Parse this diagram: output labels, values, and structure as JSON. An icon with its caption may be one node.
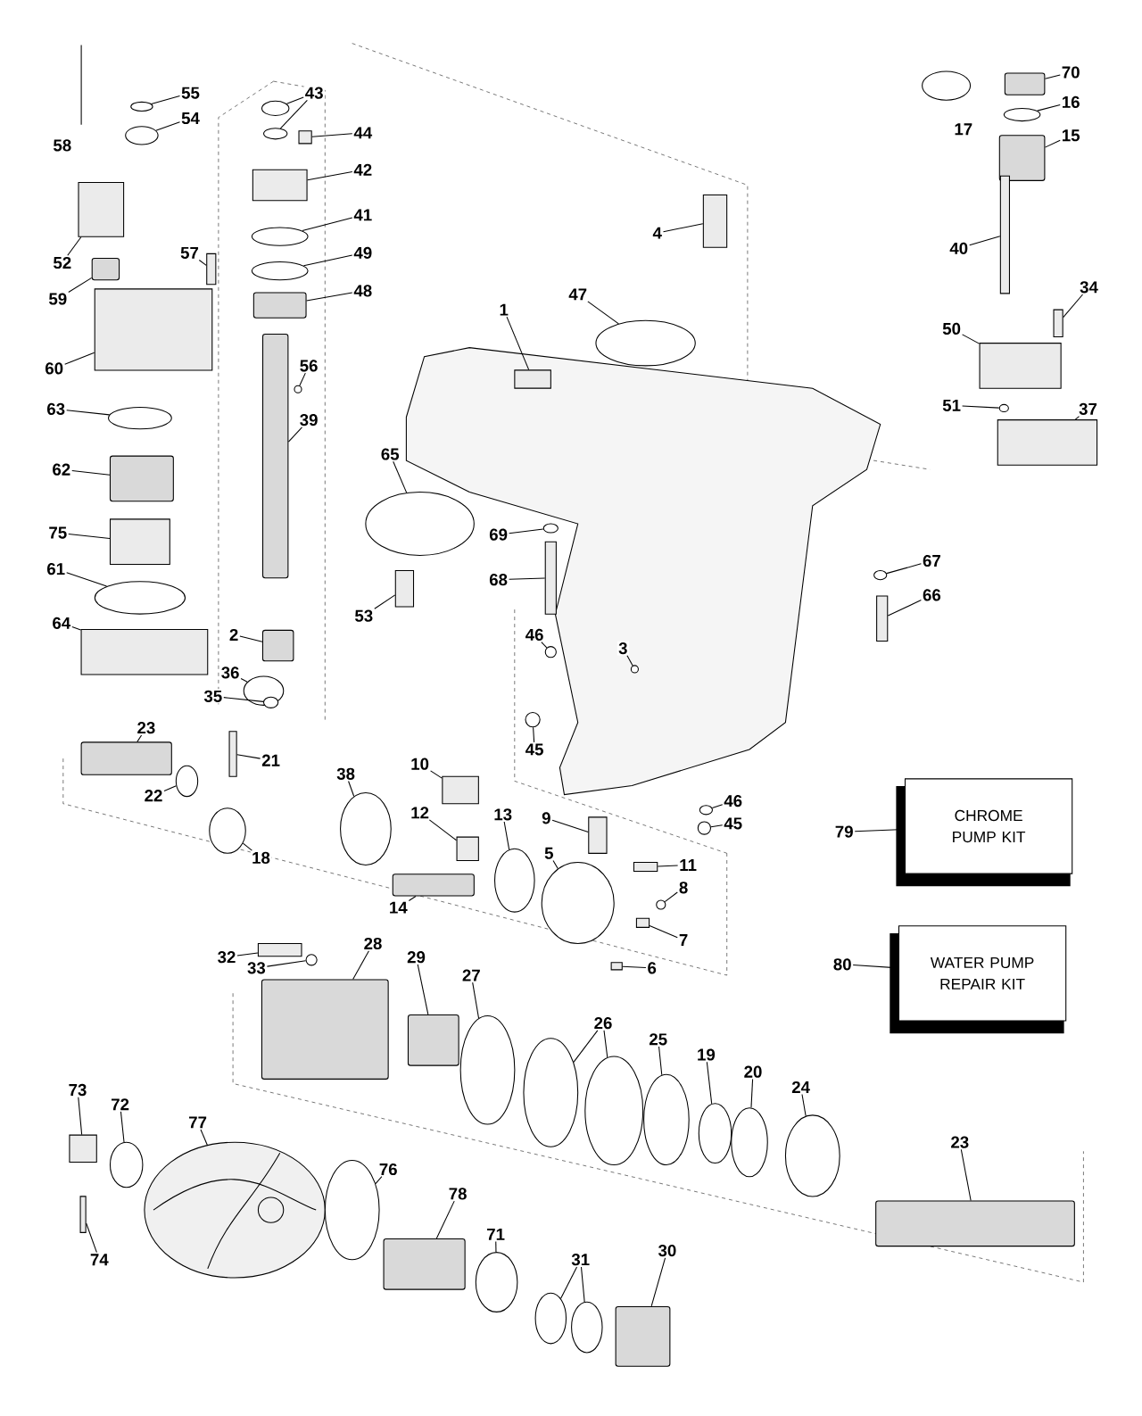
{
  "diagram": {
    "nodes": [
      {
        "text": [
          "55"
        ]
      },
      {
        "text": [],
        "shape": "circle"
      },
      {
        "text": [
          "54"
        ]
      },
      {
        "text": [],
        "shape": "circle"
      },
      {
        "text": [
          "43"
        ]
      },
      {
        "text": [],
        "shape": "circle"
      },
      {
        "text": [],
        "shape": "circle"
      },
      {
        "text": [
          "44"
        ]
      },
      {
        "text": [],
        "shape": "box"
      },
      {
        "text": [
          "42"
        ]
      },
      {
        "text": [],
        "shape": "box"
      },
      {
        "text": [
          "41"
        ]
      },
      {
        "text": [],
        "shape": "circle"
      },
      {
        "text": [
          "49"
        ]
      },
      {
        "text": [],
        "shape": "circle"
      },
      {
        "text": [
          "48"
        ]
      },
      {
        "text": [],
        "shape": "cylinder"
      },
      {
        "text": [
          "52"
        ]
      },
      {
        "text": [],
        "shape": "box"
      },
      {
        "text": [
          "57"
        ]
      },
      {
        "text": [],
        "shape": "box"
      },
      {
        "text": [
          "59"
        ]
      },
      {
        "text": [],
        "shape": "cylinder"
      },
      {
        "text": [
          "60"
        ]
      },
      {
        "text": [],
        "shape": "box"
      },
      {
        "text": [
          "56"
        ]
      },
      {
        "text": [],
        "shape": "circle"
      },
      {
        "text": [
          "63"
        ]
      },
      {
        "text": [],
        "shape": "circle"
      },
      {
        "text": [
          "39"
        ]
      },
      {
        "text": [],
        "shape": "cylinder"
      },
      {
        "text": [
          "62"
        ]
      },
      {
        "text": [],
        "shape": "cylinder"
      },
      {
        "text": [
          "65"
        ]
      },
      {
        "text": [],
        "shape": "circle"
      },
      {
        "text": [
          "75"
        ]
      },
      {
        "text": [],
        "shape": "box"
      },
      {
        "text": [
          "69"
        ]
      },
      {
        "text": [],
        "shape": "circle"
      },
      {
        "text": [
          "61"
        ]
      },
      {
        "text": [],
        "shape": "circle"
      },
      {
        "text": [
          "68"
        ]
      },
      {
        "text": [],
        "shape": "box"
      },
      {
        "text": [
          "67"
        ]
      },
      {
        "text": [],
        "shape": "circle"
      },
      {
        "text": [
          "66"
        ]
      },
      {
        "text": [],
        "shape": "box"
      },
      {
        "text": [
          "53"
        ]
      },
      {
        "text": [],
        "shape": "box"
      },
      {
        "text": [
          "64"
        ]
      },
      {
        "text": [],
        "shape": "box"
      },
      {
        "text": [
          "2"
        ]
      },
      {
        "text": [],
        "shape": "cylinder"
      },
      {
        "text": [
          "1"
        ]
      },
      {
        "text": [],
        "shape": "box"
      },
      {
        "text": [
          "47"
        ]
      },
      {
        "text": [],
        "shape": "circle"
      },
      {
        "text": [
          "4"
        ]
      },
      {
        "text": [],
        "shape": "box"
      },
      {
        "text": [
          "3"
        ]
      },
      {
        "text": [],
        "shape": "circle"
      },
      {
        "text": [
          "46"
        ]
      },
      {
        "text": [],
        "shape": "circle"
      },
      {
        "text": [
          "36"
        ]
      },
      {
        "text": [],
        "shape": "circle"
      },
      {
        "text": [
          "35"
        ]
      },
      {
        "text": [],
        "shape": "circle"
      },
      {
        "text": [
          "45"
        ]
      },
      {
        "text": [],
        "shape": "circle"
      },
      {
        "text": [
          "23"
        ]
      },
      {
        "text": [],
        "shape": "cylinder"
      },
      {
        "text": [
          "21"
        ]
      },
      {
        "text": [],
        "shape": "box"
      },
      {
        "text": [
          "10"
        ]
      },
      {
        "text": [],
        "shape": "box"
      },
      {
        "text": [
          "38"
        ]
      },
      {
        "text": [],
        "shape": "circle"
      },
      {
        "text": [
          "22"
        ]
      },
      {
        "text": [],
        "shape": "circle"
      },
      {
        "text": [
          "18"
        ]
      },
      {
        "text": [],
        "shape": "circle"
      },
      {
        "text": [
          "12"
        ]
      },
      {
        "text": [],
        "shape": "box"
      },
      {
        "text": [
          "13"
        ]
      },
      {
        "text": [],
        "shape": "circle"
      },
      {
        "text": [
          "9"
        ]
      },
      {
        "text": [],
        "shape": "box"
      },
      {
        "text": [
          "14"
        ]
      },
      {
        "text": [],
        "shape": "cylinder"
      },
      {
        "text": [
          "5"
        ]
      },
      {
        "text": [],
        "shape": "circle"
      },
      {
        "text": [
          "11"
        ]
      },
      {
        "text": [],
        "shape": "box"
      },
      {
        "text": [
          "8"
        ]
      },
      {
        "text": [],
        "shape": "circle"
      },
      {
        "text": [
          "7"
        ]
      },
      {
        "text": [],
        "shape": "box"
      },
      {
        "text": [
          "6"
        ]
      },
      {
        "text": [],
        "shape": "box"
      },
      {
        "text": [
          "46"
        ]
      },
      {
        "text": [],
        "shape": "circle"
      },
      {
        "text": [
          "45"
        ]
      },
      {
        "text": [],
        "shape": "circle"
      },
      {
        "text": [
          "79"
        ]
      },
      {
        "text": [
          "CHROME PUMP KIT"
        ]
      },
      {
        "text": [
          "80"
        ]
      },
      {
        "text": [
          "WATER PUMP REPAIR KIT"
        ]
      },
      {
        "text": [
          "32"
        ]
      },
      {
        "text": [],
        "shape": "box"
      },
      {
        "text": [
          "33"
        ]
      },
      {
        "text": [],
        "shape": "circle"
      },
      {
        "text": [
          "28"
        ]
      },
      {
        "text": [],
        "shape": "cylinder"
      },
      {
        "text": [
          "29"
        ]
      },
      {
        "text": [],
        "shape": "cylinder"
      },
      {
        "text": [
          "27"
        ]
      },
      {
        "text": [],
        "shape": "circle"
      },
      {
        "text": [
          "26"
        ]
      },
      {
        "text": [],
        "shape": "circle"
      },
      {
        "text": [],
        "shape": "circle"
      },
      {
        "text": [
          "25"
        ]
      },
      {
        "text": [],
        "shape": "circle"
      },
      {
        "text": [
          "19"
        ]
      },
      {
        "text": [],
        "shape": "circle"
      },
      {
        "text": [
          "20"
        ]
      },
      {
        "text": [],
        "shape": "circle"
      },
      {
        "text": [
          "24"
        ]
      },
      {
        "text": [],
        "shape": "circle"
      },
      {
        "text": [
          "23"
        ]
      },
      {
        "text": [],
        "shape": "cylinder"
      },
      {
        "text": [
          "73"
        ]
      },
      {
        "text": [],
        "shape": "box"
      },
      {
        "text": [
          "72"
        ]
      },
      {
        "text": [],
        "shape": "circle"
      },
      {
        "text": [
          "77"
        ]
      },
      {
        "text": [],
        "shape": "picture"
      },
      {
        "text": [
          "76"
        ]
      },
      {
        "text": [],
        "shape": "circle"
      },
      {
        "text": [
          "78"
        ]
      },
      {
        "text": [],
        "shape": "cylinder"
      },
      {
        "text": [
          "71"
        ]
      },
      {
        "text": [],
        "shape": "circle"
      },
      {
        "text": [
          "31"
        ]
      },
      {
        "text": [],
        "shape": "circle"
      },
      {
        "text": [],
        "shape": "circle"
      },
      {
        "text": [
          "30"
        ]
      },
      {
        "text": [],
        "shape": "cylinder"
      },
      {
        "text": [
          "74"
        ]
      },
      {
        "text": [],
        "shape": "box"
      },
      {
        "text": [
          "70"
        ]
      },
      {
        "text": [],
        "shape": "cylinder"
      },
      {
        "text": [
          "16"
        ]
      },
      {
        "text": [],
        "shape": "circle"
      },
      {
        "text": [
          "15"
        ]
      },
      {
        "text": [],
        "shape": "cylinder"
      },
      {
        "text": [
          "40"
        ]
      },
      {
        "text": [],
        "shape": "box"
      },
      {
        "text": [
          "34"
        ]
      },
      {
        "text": [],
        "shape": "box"
      },
      {
        "text": [
          "50"
        ]
      },
      {
        "text": [],
        "shape": "box"
      },
      {
        "text": [
          "51"
        ]
      },
      {
        "text": [],
        "shape": "circle"
      },
      {
        "text": [
          "37"
        ]
      },
      {
        "text": [],
        "shape": "box"
      }
    ],
    "edges": [
      {
        "from": 0,
        "to": 1,
        "arrow": "none"
      },
      {
        "from": 2,
        "to": 3,
        "arrow": "none"
      },
      {
        "from": 4,
        "to": 5,
        "arrow": "none"
      },
      {
        "from": 4,
        "to": 6,
        "arrow": "none"
      },
      {
        "from": 7,
        "to": 8,
        "arrow": "none"
      },
      {
        "from": 9,
        "to": 10,
        "arrow": "none"
      },
      {
        "from": 11,
        "to": 12,
        "arrow": "none"
      },
      {
        "from": 13,
        "to": 14,
        "arrow": "none"
      },
      {
        "from": 15,
        "to": 16,
        "arrow": "none"
      },
      {
        "from": 17,
        "to": 18,
        "arrow": "none"
      },
      {
        "from": 19,
        "to": 20,
        "arrow": "none"
      },
      {
        "from": 21,
        "to": 22,
        "arrow": "none"
      },
      {
        "from": 23,
        "to": 24,
        "arrow": "none"
      },
      {
        "from": 25,
        "to": 26,
        "arrow": "none"
      },
      {
        "from": 27,
        "to": 28,
        "arrow": "none"
      },
      {
        "from": 29,
        "to": 30,
        "arrow": "none"
      },
      {
        "from": 31,
        "to": 32,
        "arrow": "none"
      },
      {
        "from": 33,
        "to": 34,
        "arrow": "none"
      },
      {
        "from": 35,
        "to": 36,
        "arrow": "none"
      },
      {
        "from": 37,
        "to": 38,
        "arrow": "none"
      },
      {
        "from": 39,
        "to": 40,
        "arrow": "none"
      },
      {
        "from": 41,
        "to": 42,
        "arrow": "none"
      },
      {
        "from": 43,
        "to": 44,
        "arrow": "none"
      },
      {
        "from": 45,
        "to": 46,
        "arrow": "none"
      },
      {
        "from": 47,
        "to": 48,
        "arrow": "none"
      },
      {
        "from": 49,
        "to": 50,
        "arrow": "none"
      },
      {
        "from": 51,
        "to": 52,
        "arrow": "none"
      },
      {
        "from": 53,
        "to": 54,
        "arrow": "none"
      },
      {
        "from": 55,
        "to": 56,
        "arrow": "none"
      },
      {
        "from": 57,
        "to": 58,
        "arrow": "none"
      },
      {
        "from": 59,
        "to": 60,
        "arrow": "none"
      },
      {
        "from": 61,
        "to": 62,
        "arrow": "none"
      },
      {
        "from": 63,
        "to": 64,
        "arrow": "none"
      },
      {
        "from": 65,
        "to": 66,
        "arrow": "none"
      },
      {
        "from": 67,
        "to": 68,
        "arrow": "none"
      },
      {
        "from": 69,
        "to": 70,
        "arrow": "none"
      },
      {
        "from": 71,
        "to": 72,
        "arrow": "none"
      },
      {
        "from": 73,
        "to": 74,
        "arrow": "none"
      },
      {
        "from": 75,
        "to": 76,
        "arrow": "none"
      },
      {
        "from": 77,
        "to": 78,
        "arrow": "none"
      },
      {
        "from": 79,
        "to": 80,
        "arrow": "none"
      },
      {
        "from": 81,
        "to": 82,
        "arrow": "none"
      },
      {
        "from": 83,
        "to": 84,
        "arrow": "none"
      },
      {
        "from": 85,
        "to": 86,
        "arrow": "none"
      },
      {
        "from": 87,
        "to": 88,
        "arrow": "none"
      },
      {
        "from": 89,
        "to": 90,
        "arrow": "none"
      },
      {
        "from": 91,
        "to": 92,
        "arrow": "none"
      },
      {
        "from": 93,
        "to": 94,
        "arrow": "none"
      },
      {
        "from": 95,
        "to": 96,
        "arrow": "none"
      },
      {
        "from": 97,
        "to": 98,
        "arrow": "none"
      },
      {
        "from": 99,
        "to": 100,
        "arrow": "none"
      },
      {
        "from": 101,
        "to": 102,
        "arrow": "none"
      },
      {
        "from": 103,
        "to": 104,
        "arrow": "none"
      },
      {
        "from": 105,
        "to": 106,
        "arrow": "none"
      },
      {
        "from": 107,
        "to": 108,
        "arrow": "none"
      },
      {
        "from": 109,
        "to": 110,
        "arrow": "none"
      },
      {
        "from": 111,
        "to": 112,
        "arrow": "none"
      },
      {
        "from": 113,
        "to": 114,
        "arrow": "none"
      },
      {
        "from": 115,
        "to": 116,
        "arrow": "none"
      },
      {
        "from": 117,
        "to": 118,
        "arrow": "none"
      },
      {
        "from": 117,
        "to": 119,
        "arrow": "none"
      },
      {
        "from": 120,
        "to": 121,
        "arrow": "none"
      },
      {
        "from": 122,
        "to": 123,
        "arrow": "none"
      },
      {
        "from": 124,
        "to": 125,
        "arrow": "none"
      },
      {
        "from": 126,
        "to": 127,
        "arrow": "none"
      },
      {
        "from": 128,
        "to": 129,
        "arrow": "none"
      },
      {
        "from": 130,
        "to": 131,
        "arrow": "none"
      },
      {
        "from": 132,
        "to": 133,
        "arrow": "none"
      },
      {
        "from": 134,
        "to": 135,
        "arrow": "none"
      },
      {
        "from": 136,
        "to": 137,
        "arrow": "none"
      },
      {
        "from": 138,
        "to": 139,
        "arrow": "none"
      },
      {
        "from": 140,
        "to": 141,
        "arrow": "none"
      },
      {
        "from": 142,
        "to": 143,
        "arrow": "none"
      },
      {
        "from": 142,
        "to": 144,
        "arrow": "none"
      },
      {
        "from": 145,
        "to": 146,
        "arrow": "none"
      },
      {
        "from": 147,
        "to": 148,
        "arrow": "none"
      },
      {
        "from": 149,
        "to": 150,
        "arrow": "none"
      },
      {
        "from": 151,
        "to": 152,
        "arrow": "none"
      },
      {
        "from": 153,
        "to": 154,
        "arrow": "none"
      },
      {
        "from": 155,
        "to": 156,
        "arrow": "none"
      },
      {
        "from": 157,
        "to": 158,
        "arrow": "none"
      },
      {
        "from": 159,
        "to": 160,
        "arrow": "none"
      },
      {
        "from": 161,
        "to": 162,
        "arrow": "none"
      },
      {
        "from": 163,
        "to": 164,
        "arrow": "none"
      }
    ],
    "labels": [
      "58",
      "17"
    ]
  }
}
